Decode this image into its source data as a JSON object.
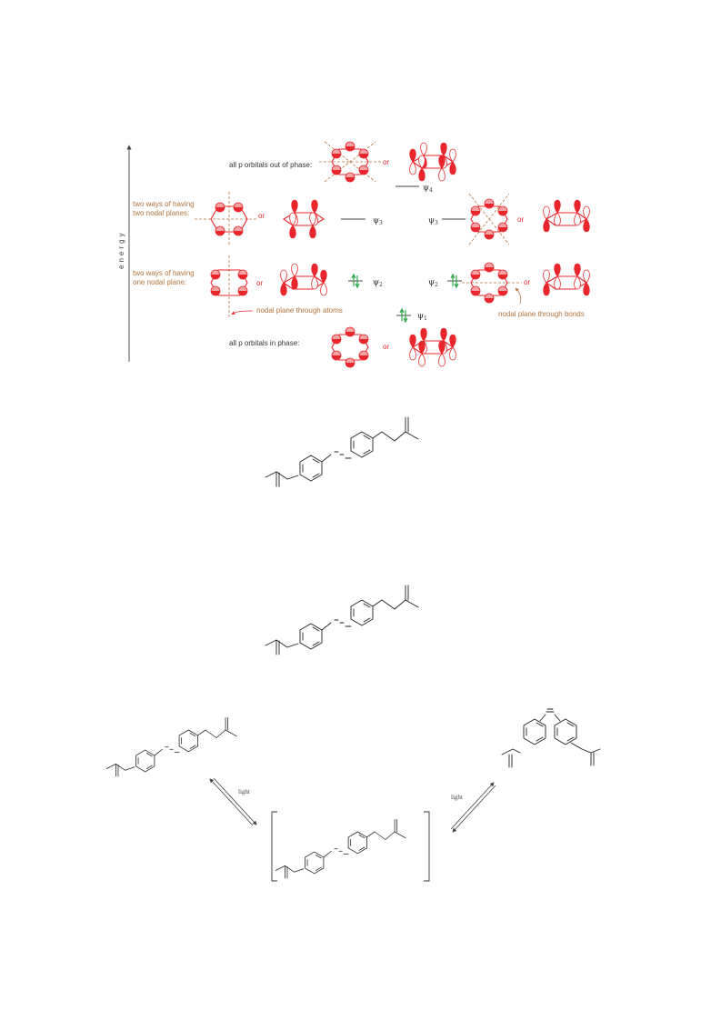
{
  "mo_diagram": {
    "axis_label": "energy",
    "psi_symbol": "ψ",
    "or_word": "or",
    "rows": {
      "out_of_phase": {
        "label": "all p orbitals out of phase:"
      },
      "psi4": {
        "subscript": "4"
      },
      "two_nodal_planes": {
        "line1": "two ways of having",
        "line2": "two nodal planes:"
      },
      "psi3_left": {
        "subscript": "3"
      },
      "psi3_right": {
        "subscript": "3"
      },
      "one_nodal_plane": {
        "line1": "two ways of having",
        "line2": "one nodal plane:"
      },
      "psi2_left": {
        "subscript": "2"
      },
      "psi2_right": {
        "subscript": "2"
      },
      "psi1": {
        "subscript": "1"
      },
      "in_phase": {
        "label": "all p orbitals in phase:"
      }
    },
    "annotations": {
      "through_atoms": "nodal plane through atoms",
      "through_bonds": "nodal plane through bonds"
    },
    "colors": {
      "orbital_red": "#e8262c",
      "label_brown": "#b5733d",
      "electron_green": "#2aa84a"
    }
  },
  "scheme": {
    "light_left": "light",
    "light_right": "light"
  }
}
